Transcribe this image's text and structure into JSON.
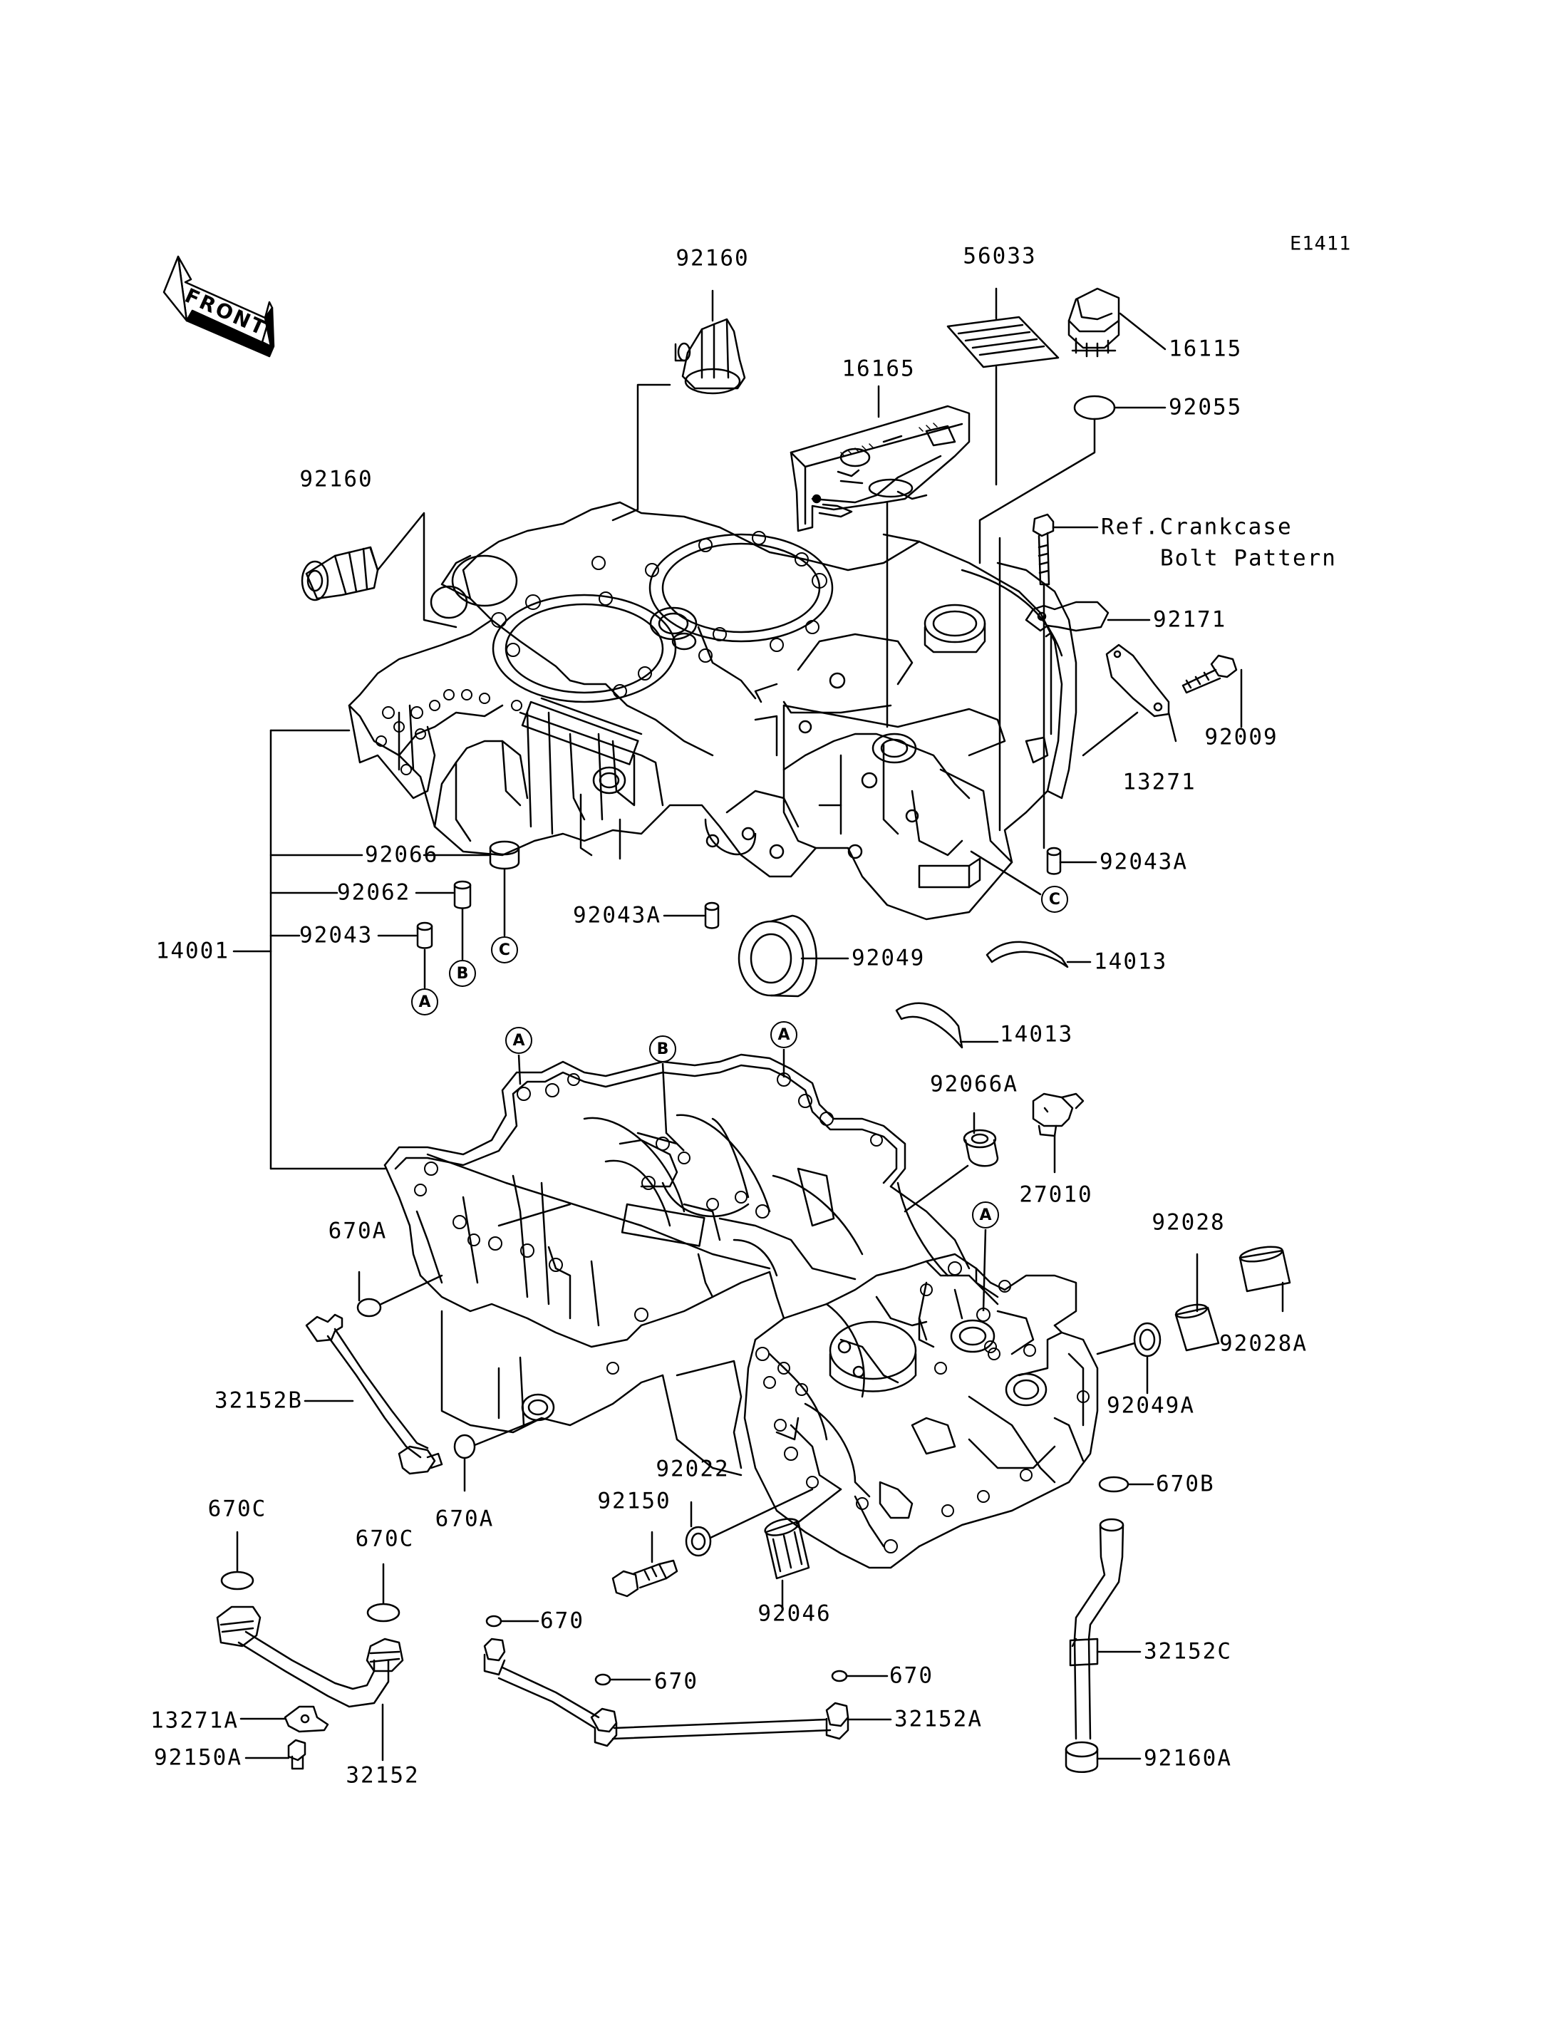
{
  "figure_code": "E1411",
  "front_label": "FRONT",
  "ref_note": {
    "line1": "Ref.Crankcase",
    "line2": "Bolt Pattern"
  },
  "labels": {
    "p92160_top": "92160",
    "p56033": "56033",
    "p16115": "16115",
    "p92055": "92055",
    "p16165": "16165",
    "p92160_left": "92160",
    "p92171": "92171",
    "p92009": "92009",
    "p13271": "13271",
    "p92066": "92066",
    "p92062": "92062",
    "p92043": "92043",
    "p14001": "14001",
    "p92043A_right": "92043A",
    "p92043A_mid": "92043A",
    "p92049": "92049",
    "p14013_a": "14013",
    "p14013_b": "14013",
    "p92066A": "92066A",
    "p27010": "27010",
    "p92028": "92028",
    "p92028A": "92028A",
    "p670A_top": "670A",
    "p32152B": "32152B",
    "p670A_bot": "670A",
    "p92049A": "92049A",
    "p670B": "670B",
    "p92022": "92022",
    "p92150": "92150",
    "p92046": "92046",
    "p670C_a": "670C",
    "p670C_b": "670C",
    "p670_a": "670",
    "p670_b": "670",
    "p670_c": "670",
    "p32152A": "32152A",
    "p32152C": "32152C",
    "p13271A": "13271A",
    "p92150A": "92150A",
    "p32152": "32152",
    "p92160A": "92160A"
  },
  "markers": {
    "m_c_right": "C",
    "m_c_left": "C",
    "m_b_left": "B",
    "m_a_left": "A",
    "m_a_case1": "A",
    "m_b_case": "B",
    "m_a_case2": "A",
    "m_a_case3": "A"
  }
}
